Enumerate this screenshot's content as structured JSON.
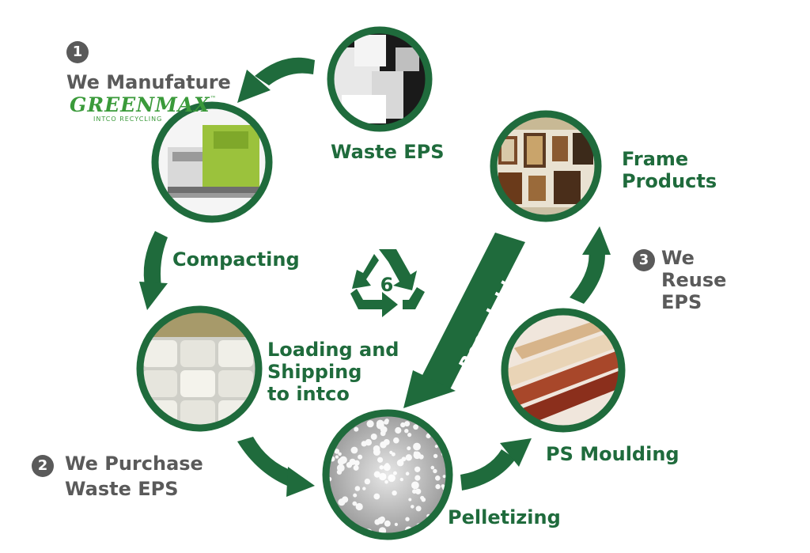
{
  "colors": {
    "primary_green": "#1f6b3c",
    "step_gray": "#5a5a5a",
    "logo_green": "#3a9a3a"
  },
  "step1": {
    "number": "1",
    "text": "We Manufature"
  },
  "logo": {
    "brand": "GREENMAX",
    "trademark": "™",
    "subtitle": "INTCO RECYCLING"
  },
  "step2": {
    "number": "2",
    "line1": "We Purchase",
    "line2": "Waste EPS"
  },
  "step3": {
    "number": "3",
    "line1": "We",
    "line2": "Reuse",
    "line3": "EPS"
  },
  "nodes": {
    "waste_eps": "Waste EPS",
    "frame_products_1": "Frame",
    "frame_products_2": "Products",
    "compacting": "Compacting",
    "loading_1": "Loading and",
    "loading_2": "Shipping",
    "loading_3": "to intco",
    "ps_moulding": "PS Moulding",
    "pelletizing": "Pelletizing"
  },
  "recyclable_label": "Recyclable",
  "recycle_symbol_number": "6",
  "icons": [
    "recycle-icon",
    "compactor-machine-image",
    "waste-eps-image",
    "bales-image",
    "pellets-image",
    "ps-moulding-image",
    "frame-products-image"
  ]
}
